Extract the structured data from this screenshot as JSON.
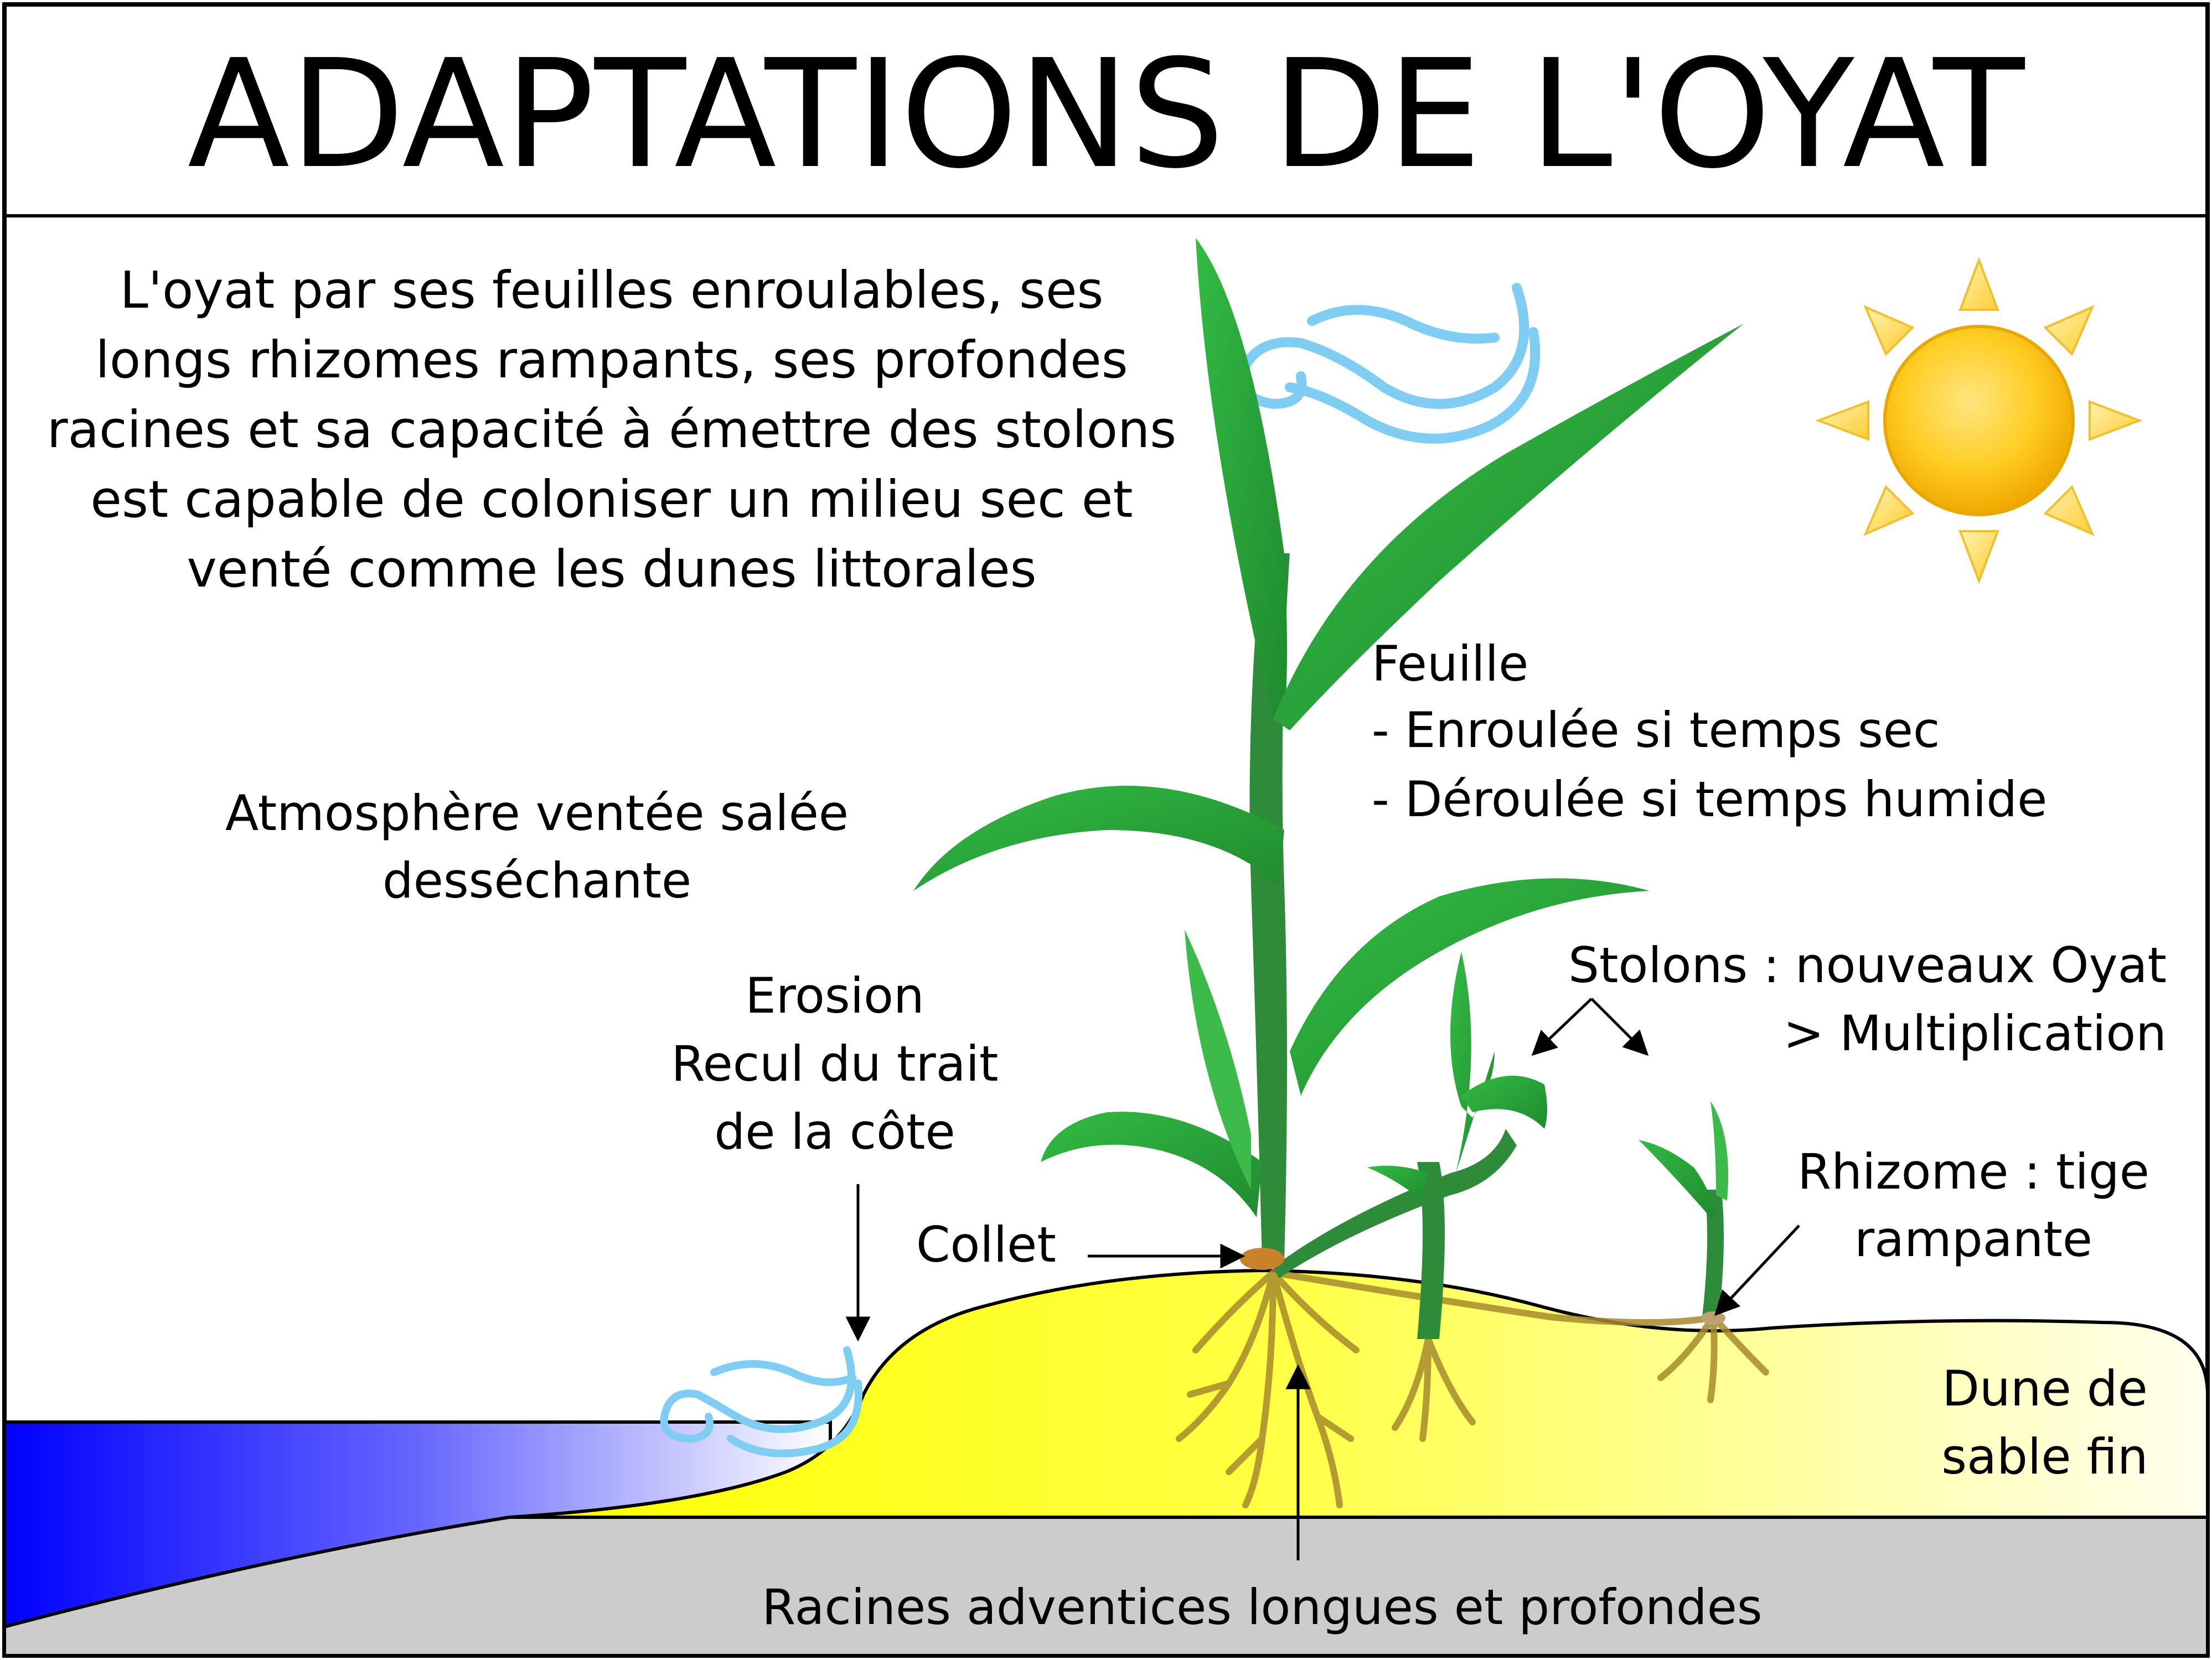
{
  "title": "ADAPTATIONS DE L'OYAT",
  "intro": [
    "L'oyat par ses feuilles enroulables, ses",
    "longs rhizomes rampants, ses profondes",
    "racines et sa capacité à émettre des stolons",
    "est capable de coloniser un milieu sec et",
    "venté comme les dunes littorales"
  ],
  "labels": {
    "feuille": [
      "Feuille",
      "- Enroulée si temps sec",
      "- Déroulée si temps humide"
    ],
    "atmosphere": [
      "Atmosphère ventée salée",
      "desséchante"
    ],
    "erosion": [
      "Erosion",
      "Recul du trait",
      "de la côte"
    ],
    "stolons": [
      "Stolons : nouveaux Oyat",
      "> Multiplication"
    ],
    "collet": "Collet",
    "rhizome": [
      "Rhizome : tige",
      "rampante"
    ],
    "dune": [
      "Dune de",
      "sable fin"
    ],
    "racines": "Racines adventices longues et profondes"
  },
  "colors": {
    "sea": "#0000ff",
    "sand": "#ffff33",
    "bedrock": "#cccccc",
    "leaf": "#22a033",
    "stem": "#2d8b3a",
    "wind": "#7fcdf2",
    "sun": "#ffc61a",
    "root": "#a88a2c"
  },
  "icons": [
    "sun-icon",
    "wind-gust-icon"
  ]
}
